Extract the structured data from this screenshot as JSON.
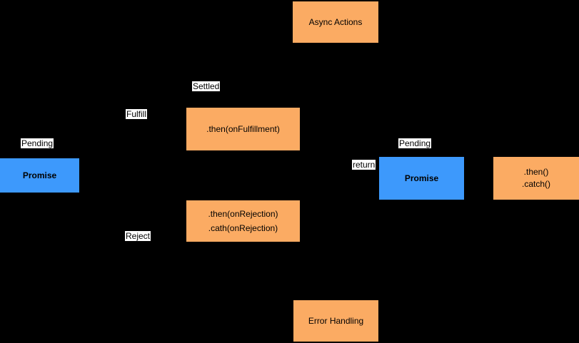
{
  "colors": {
    "background": "#000000",
    "node_orange": "#FBAB63",
    "node_blue": "#3D99FC",
    "label_background": "#FFFFFF",
    "node_text": "#000000"
  },
  "nodes": {
    "async_actions": {
      "label": "Async Actions"
    },
    "then_fulfillment": {
      "label": ".then(onFulfillment)"
    },
    "then_rejection": {
      "line1": ".then(onRejection)",
      "line2": ".cath(onRejection)"
    },
    "promise_left": {
      "label": "Promise"
    },
    "promise_right": {
      "label": "Promise"
    },
    "then_catch": {
      "line1": ".then()",
      "line2": ".catch()"
    },
    "error_handling": {
      "label": "Error Handling"
    }
  },
  "edge_labels": {
    "pending_left": "Pending",
    "fulfill": "Fulfill",
    "settled": "Settled",
    "reject": "Reject",
    "return_label": "return",
    "pending_right": "Pending"
  }
}
